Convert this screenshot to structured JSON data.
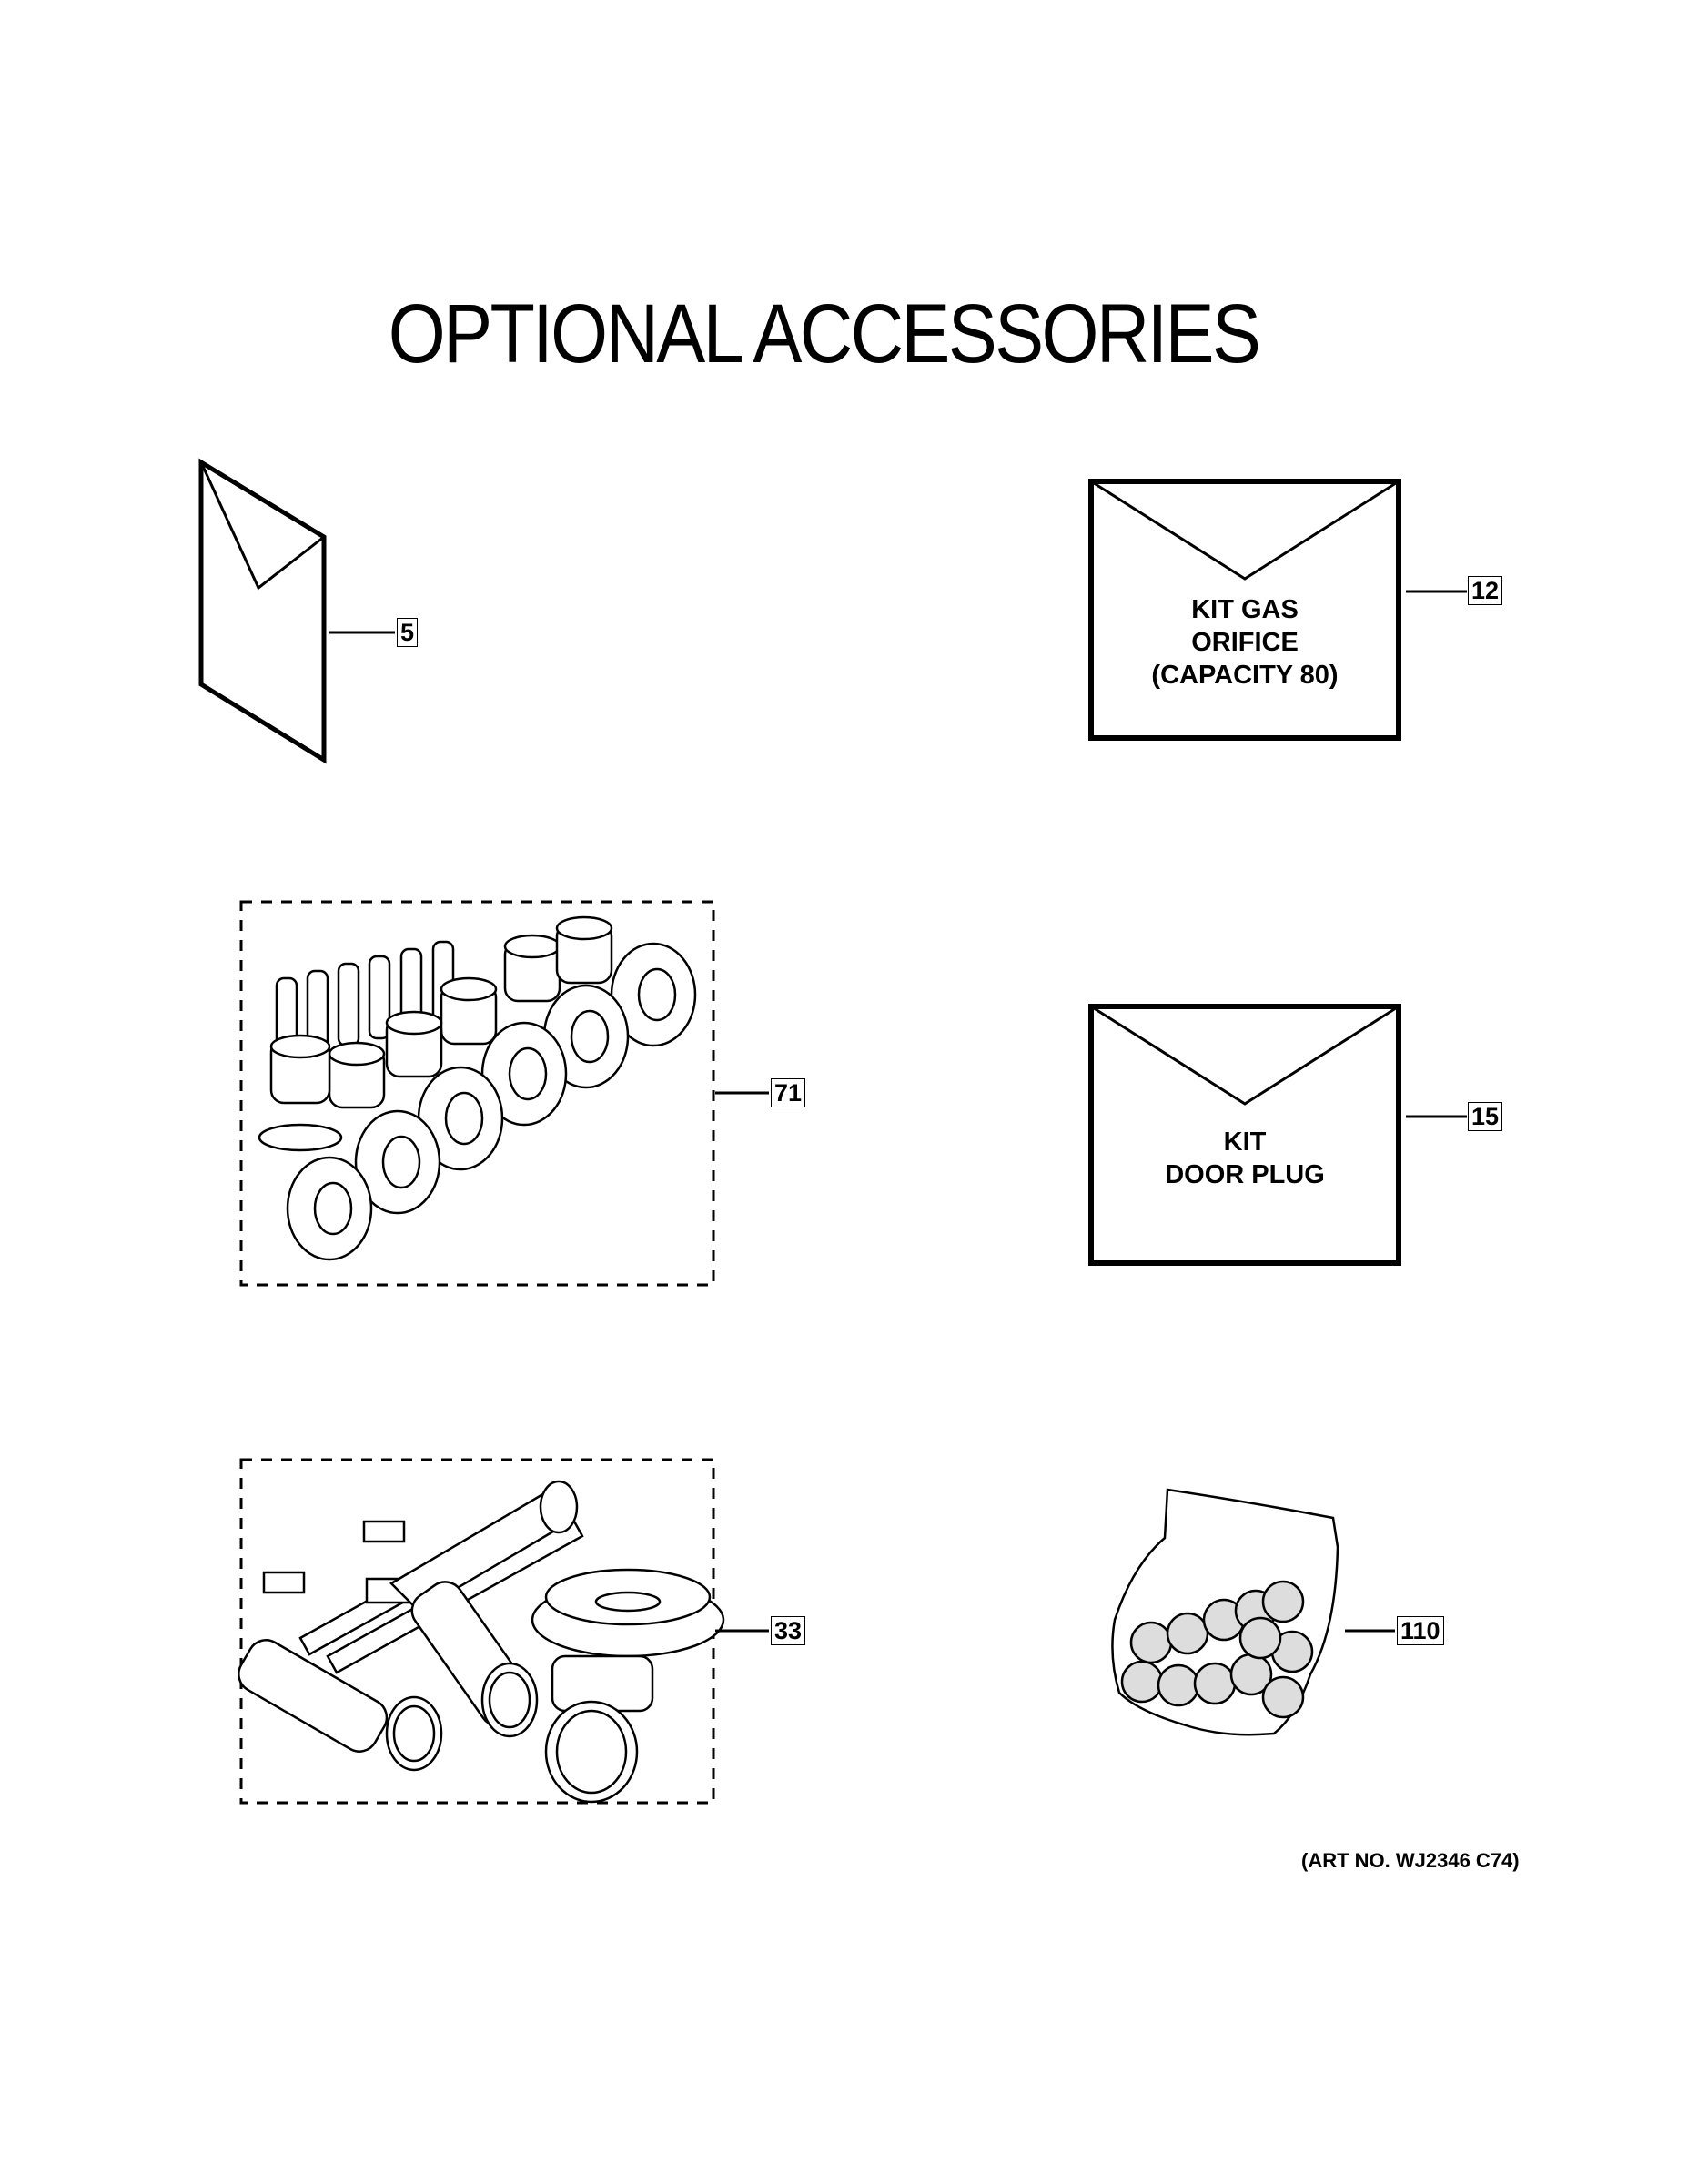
{
  "page": {
    "title": "OPTIONAL ACCESSORIES",
    "art_number": "(ART NO. WJ2346 C74)"
  },
  "parts": [
    {
      "callout": "5",
      "icon": "manual-booklet-icon"
    },
    {
      "callout": "12",
      "icon": "envelope-icon",
      "label_lines": [
        "KIT GAS",
        "ORIFICE",
        "(CAPACITY 80)"
      ]
    },
    {
      "callout": "71",
      "icon": "orifice-kit-icon"
    },
    {
      "callout": "15",
      "icon": "envelope-icon",
      "label_lines": [
        "KIT",
        "DOOR PLUG"
      ]
    },
    {
      "callout": "33",
      "icon": "vent-kit-icon"
    },
    {
      "callout": "110",
      "icon": "screw-bag-icon"
    }
  ],
  "colors": {
    "ink": "#000000",
    "paper": "#ffffff"
  }
}
